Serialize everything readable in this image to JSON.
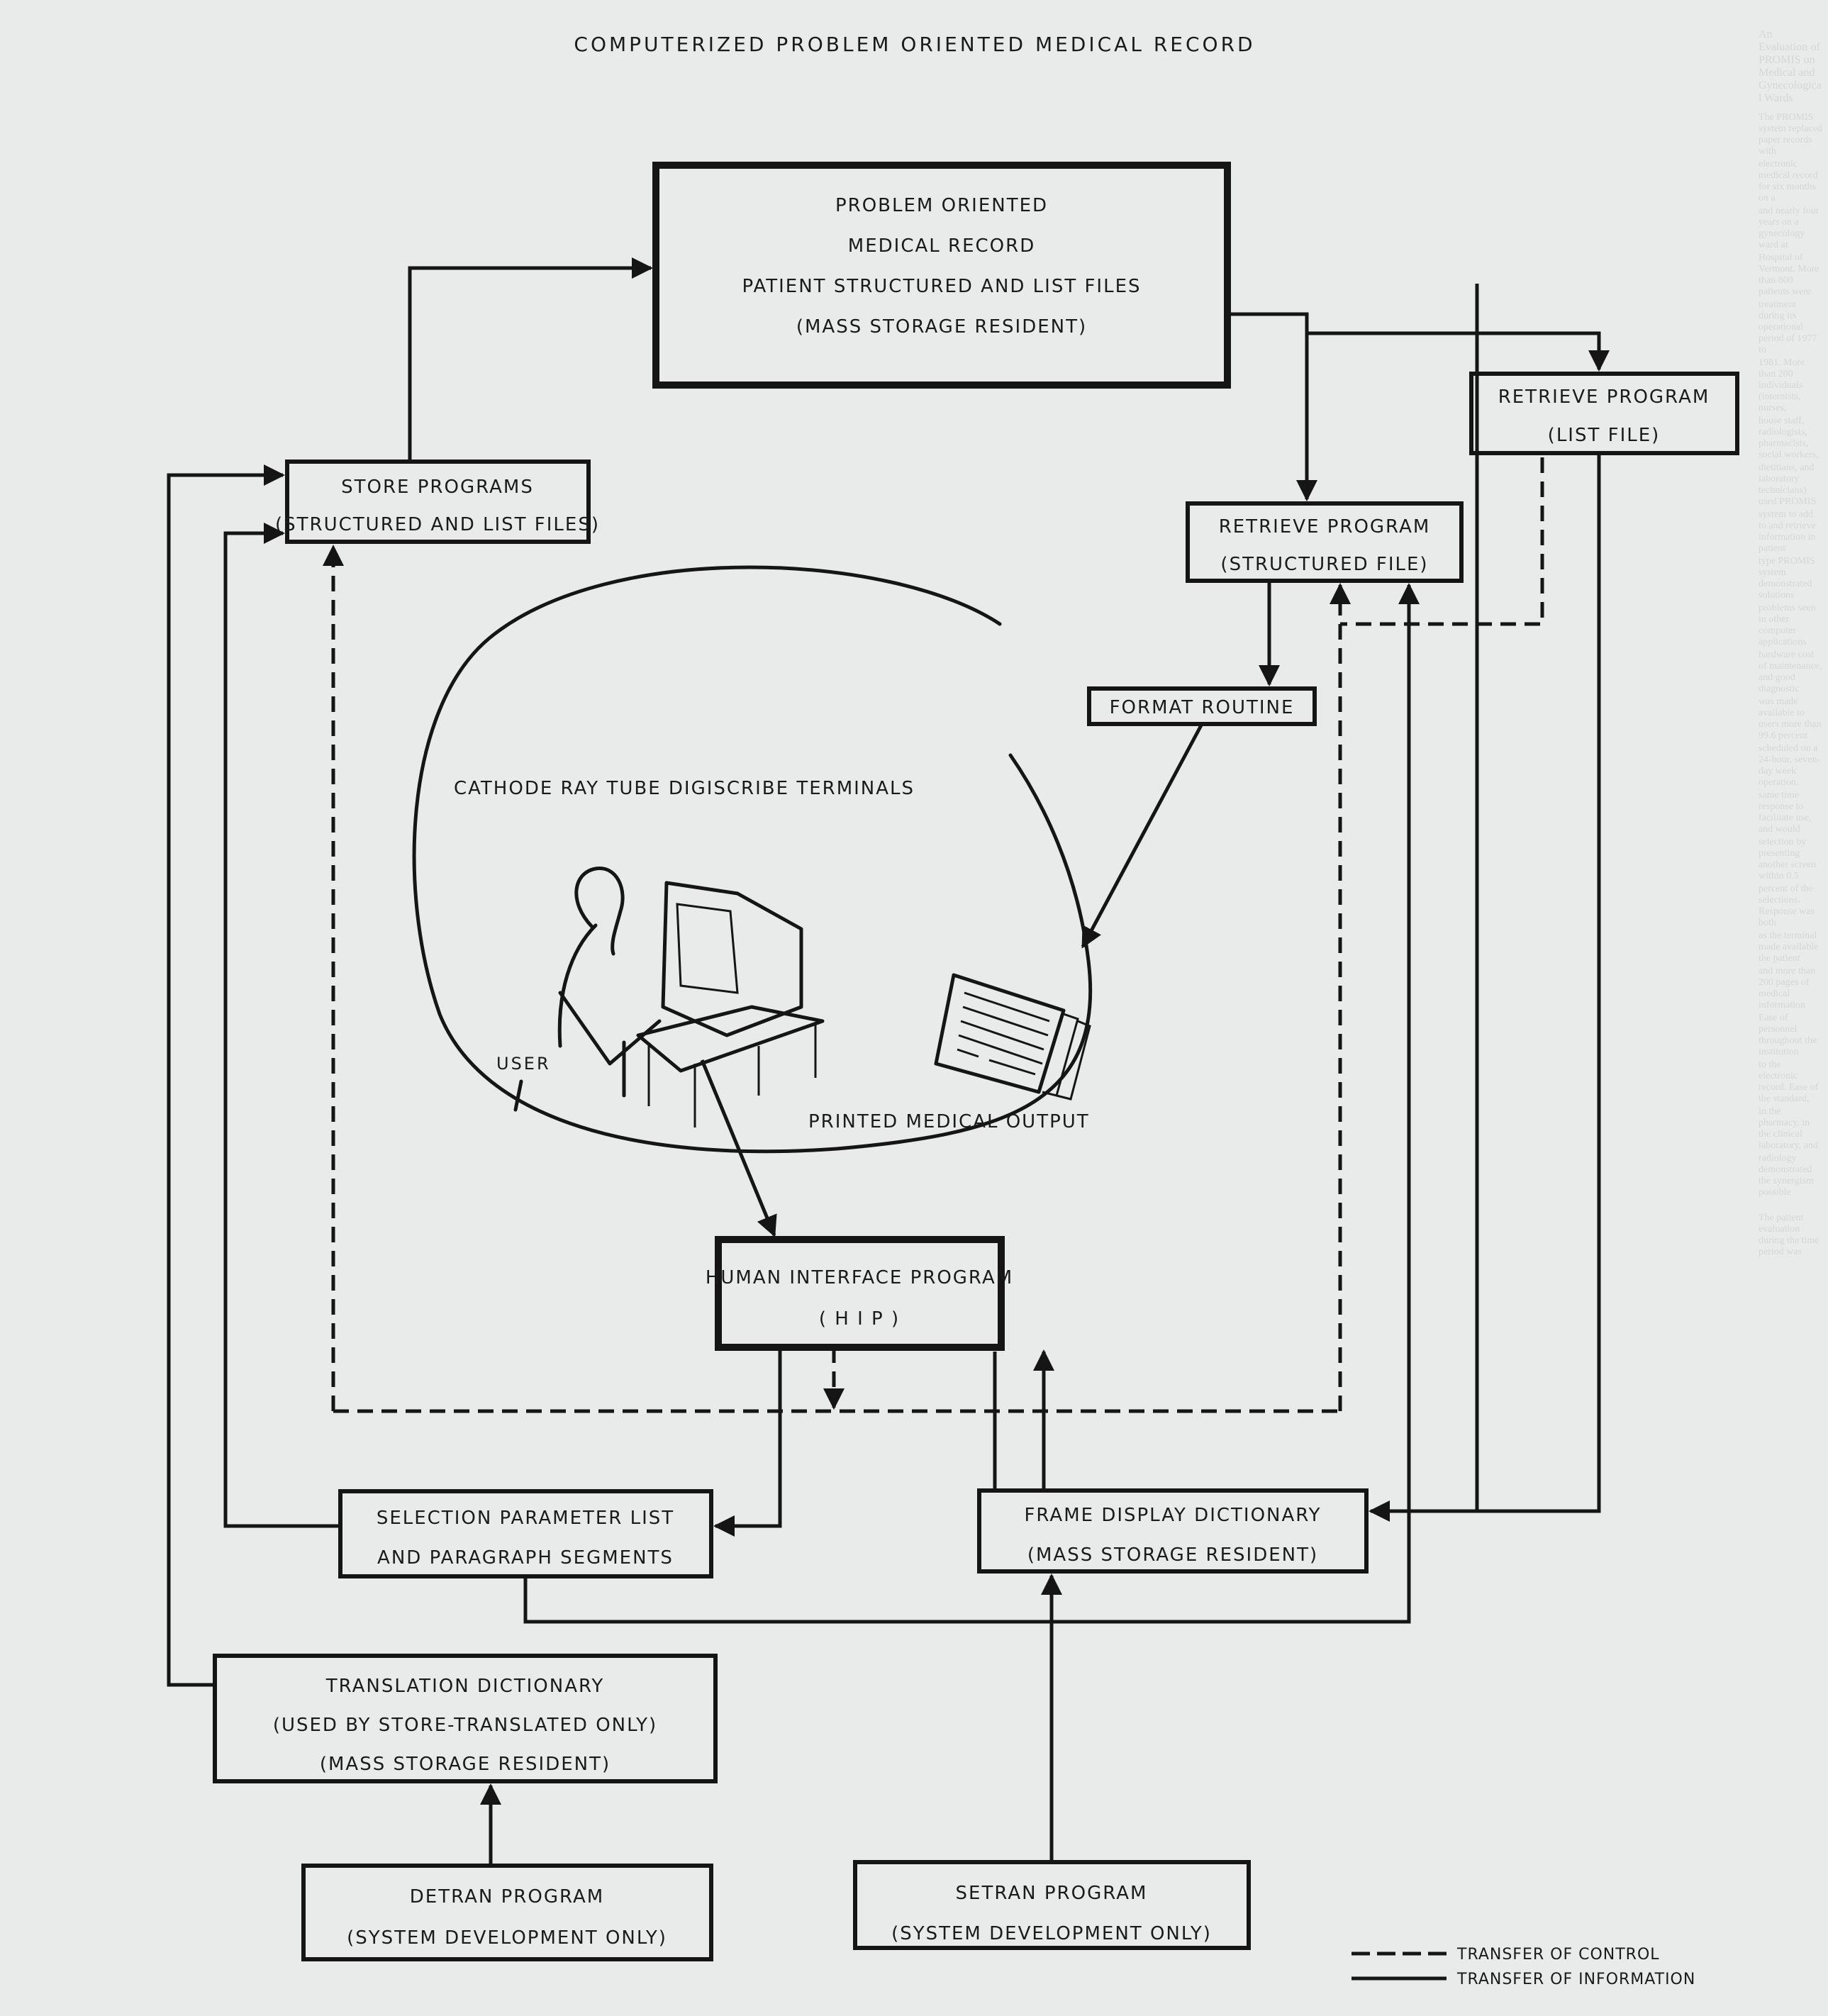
{
  "diagram": {
    "title": "COMPUTERIZED PROBLEM ORIENTED MEDICAL RECORD",
    "boxes": {
      "pomr": {
        "lines": [
          "PROBLEM ORIENTED",
          "MEDICAL RECORD",
          "PATIENT STRUCTURED AND LIST FILES",
          "(MASS STORAGE RESIDENT)"
        ]
      },
      "store_programs": {
        "lines": [
          "STORE PROGRAMS",
          "(STRUCTURED AND LIST FILES)"
        ]
      },
      "retrieve_list": {
        "lines": [
          "RETRIEVE PROGRAM",
          "(LIST FILE)"
        ]
      },
      "retrieve_structured": {
        "lines": [
          "RETRIEVE PROGRAM",
          "(STRUCTURED FILE)"
        ]
      },
      "format_routine": {
        "lines": [
          "FORMAT ROUTINE"
        ]
      },
      "hip": {
        "lines": [
          "HUMAN INTERFACE PROGRAM",
          "( H I P )"
        ]
      },
      "selection_parameter": {
        "lines": [
          "SELECTION PARAMETER LIST",
          "AND PARAGRAPH SEGMENTS"
        ]
      },
      "frame_display": {
        "lines": [
          "FRAME DISPLAY DICTIONARY",
          "(MASS STORAGE RESIDENT)"
        ]
      },
      "translation_dictionary": {
        "lines": [
          "TRANSLATION DICTIONARY",
          "(USED BY STORE-TRANSLATED ONLY)",
          "(MASS STORAGE RESIDENT)"
        ]
      },
      "detran": {
        "lines": [
          "DETRAN PROGRAM",
          "(SYSTEM DEVELOPMENT ONLY)"
        ]
      },
      "setran": {
        "lines": [
          "SETRAN PROGRAM",
          "(SYSTEM DEVELOPMENT ONLY)"
        ]
      }
    },
    "illustration": {
      "caption_terminals": "CATHODE RAY TUBE DIGISCRIBE TERMINALS",
      "caption_user": "USER",
      "caption_output": "PRINTED MEDICAL OUTPUT"
    },
    "legend": {
      "control": "TRANSFER OF CONTROL",
      "information": "TRANSFER OF INFORMATION"
    }
  },
  "background_text": {
    "heading_fragment": "An Evaluation of PROMIS on Medical and Gynecological Wards",
    "lines": [
      "The PROMIS system replaced paper records with",
      "electronic medical record for six months on a",
      "and nearly four years on a gynecology ward at",
      "Hospital of Vermont. More than 800 patients were",
      "treatment during its operational period of 1977 to",
      "1981. More than 200 individuals (internists, nurses,",
      "house staff, radiologists, pharmacists, social workers,",
      "dietitians, and laboratory technicians) used PROMIS",
      "system to add to and retrieve information in patient",
      "type PROMIS system demonstrated solutions",
      "problems seen in other computer applications",
      "hardware cost of maintenance, and good diagnostic",
      "was made available to users more than 99.6 percent",
      "scheduled on a 24-hour, seven-day week operation.",
      "same time response to facilitate use, and would",
      "selection by presenting another screen within 0.5",
      "percent of the selections. Response was both",
      "as the terminal made available the patient",
      "and more than 200 pages of medical information",
      "Ease of personnel throughout the institution",
      "to the electronic record. Ease of the standard,",
      "in the pharmacy, in the clinical laboratory, and",
      "radiology demonstrated the synergism possible",
      "",
      "The patient evaluation during the time period was"
    ]
  }
}
